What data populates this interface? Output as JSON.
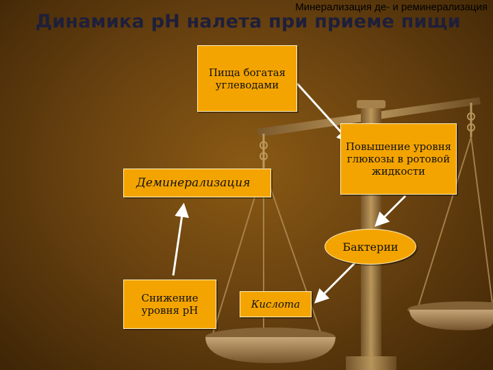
{
  "subtitle": "Минерализация де- и реминерализация",
  "title": "Динамика рН налета при приеме пищи",
  "nodes": {
    "food": "Пища богатая углеводами",
    "glucose": "Повышение уровня глюкозы в ротовой жидкости",
    "bacteria": "Бактерии",
    "acid": "Кислота",
    "ph_drop": "Снижение уровня рН",
    "demineralization": "Деминерализация"
  },
  "colors": {
    "box_fill": "#f4a400",
    "title_color": "#1e1f3a",
    "arrow_color": "#ffffff"
  },
  "background_image": "balance-scale-icon"
}
